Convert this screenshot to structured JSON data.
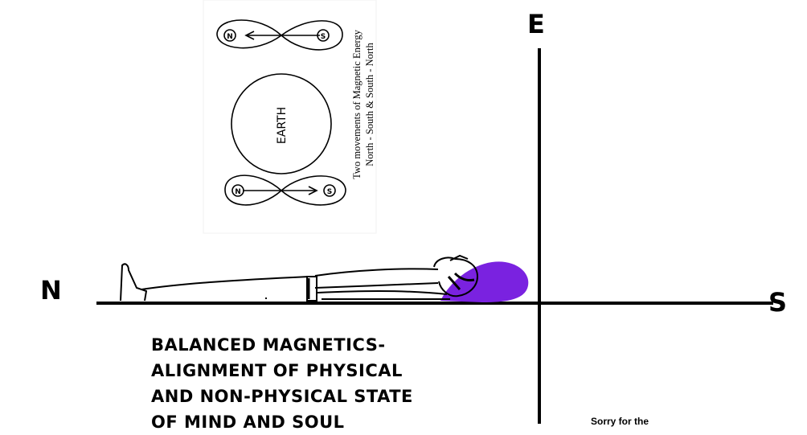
{
  "compass": {
    "north": "N",
    "east": "E",
    "south": "S"
  },
  "inset": {
    "earth_label": "EARTH",
    "pole_n": "N",
    "pole_s": "S",
    "side_line1": "Two movements of Magnetic Energy",
    "side_line2": "North - South & South - North"
  },
  "caption": {
    "line1": "BALANCED MAGNETICS-",
    "line2": "ALIGNMENT OF PHYSICAL",
    "line3": "AND NON-PHYSICAL STATE",
    "line4": "OF MIND AND SOUL"
  },
  "credit": "Sorry for the",
  "colors": {
    "pillow": "#7a22e0",
    "ink": "#000000"
  }
}
